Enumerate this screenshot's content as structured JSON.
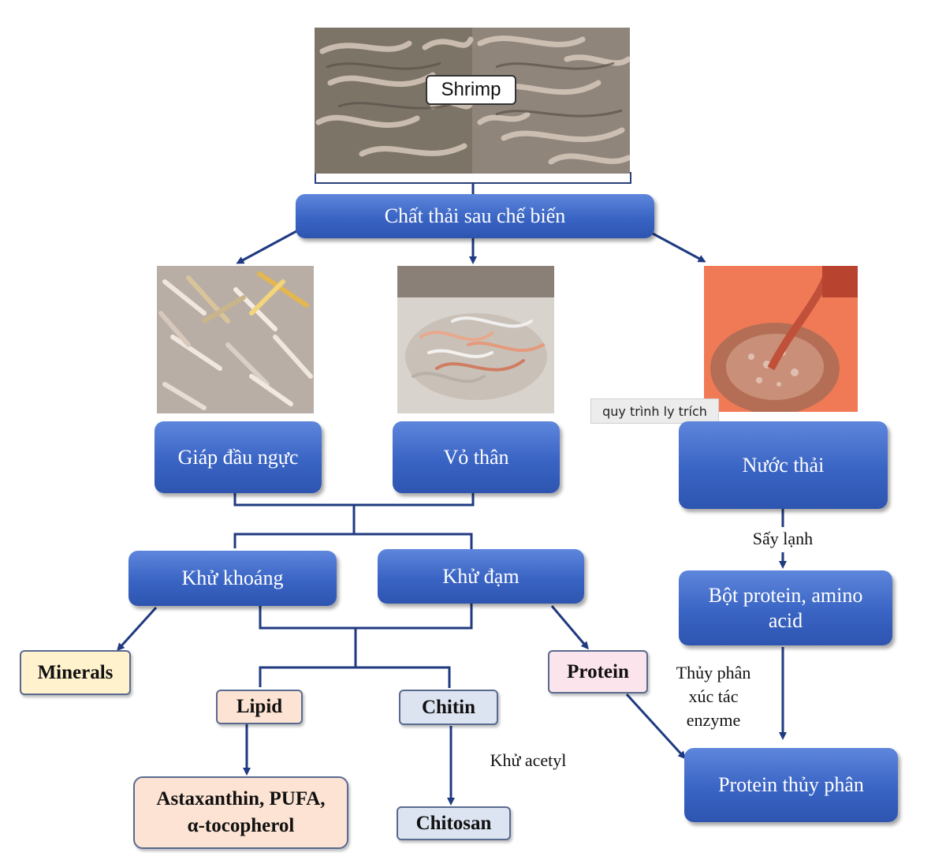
{
  "source": {
    "label": "Shrimp"
  },
  "waste": {
    "label": "Chất thải sau chế biến"
  },
  "branches": {
    "head": "Giáp đầu ngực",
    "shell": "Vỏ thân",
    "water": "Nước thải"
  },
  "processes": {
    "demineral": "Khử khoáng",
    "deprotein": "Khử đạm",
    "cold_dry": "Sấy lạnh",
    "hydrolysis": [
      "Thủy phân",
      "xúc tác",
      "enzyme"
    ],
    "deacetyl": "Khử acetyl"
  },
  "products": {
    "minerals": "Minerals",
    "protein": "Protein",
    "lipid": "Lipid",
    "chitin": "Chitin",
    "chitosan": "Chitosan",
    "astaxanthin": [
      "Astaxanthin, PUFA,",
      "α-tocopherol"
    ],
    "protein_powder": [
      "Bột protein, amino",
      "acid"
    ],
    "hydrolysed_protein": "Protein thủy phân"
  },
  "tooltip": "quy trình ly trích",
  "colors": {
    "box_blue": "#3a64c4",
    "minerals_fill": "#fff2cc",
    "protein_fill": "#fce4ec",
    "lipid_fill": "#fde3d3",
    "chitin_fill": "#dce3f1",
    "astaxanthin_fill": "#fde3d3",
    "connector": "#1f3a80"
  }
}
